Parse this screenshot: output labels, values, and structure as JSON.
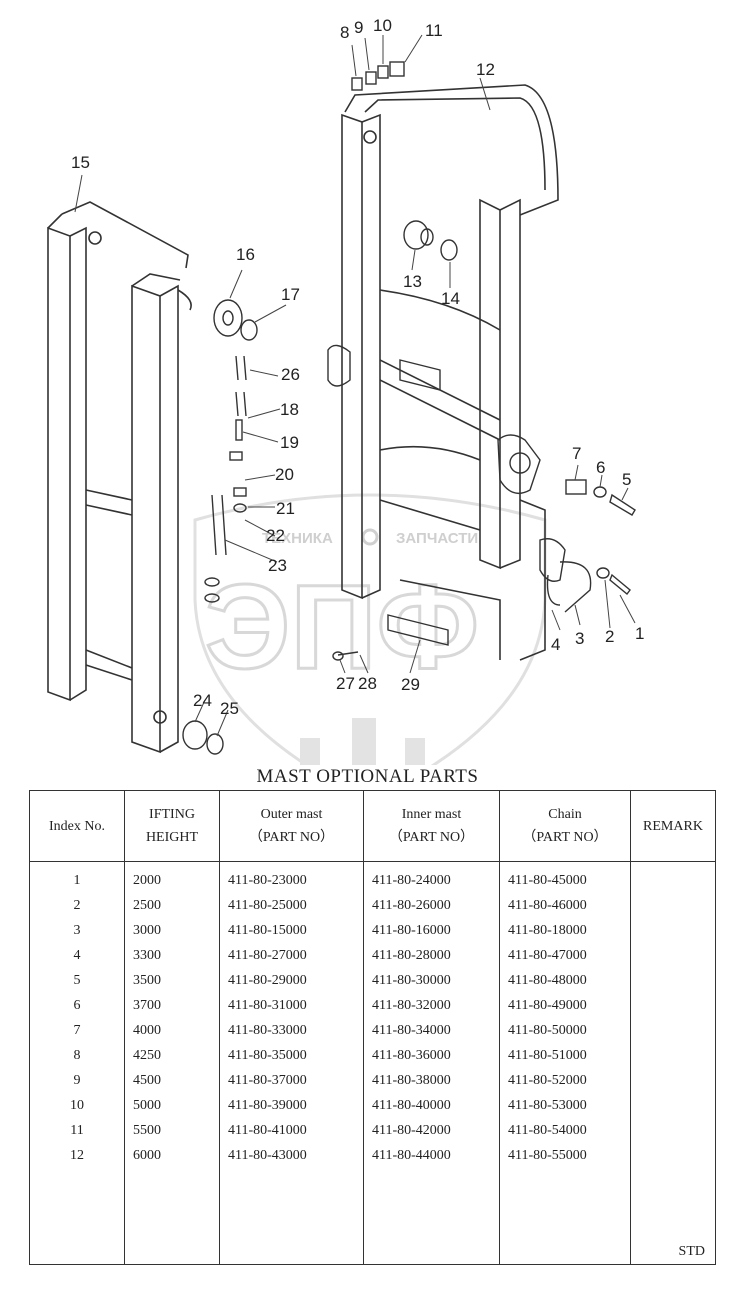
{
  "diagram": {
    "callouts": [
      "1",
      "2",
      "3",
      "4",
      "5",
      "6",
      "7",
      "8",
      "9",
      "10",
      "11",
      "12",
      "13",
      "14",
      "15",
      "16",
      "17",
      "18",
      "19",
      "20",
      "21",
      "22",
      "23",
      "24",
      "25",
      "26",
      "27",
      "28",
      "29"
    ],
    "watermark": {
      "left_text": "ТЕХНИКА",
      "right_text": "ЗАПЧАСТИ",
      "logo_text": "ЭПФ"
    }
  },
  "table": {
    "title": "MAST    OPTIONAL PARTS",
    "headers": {
      "index": "Index No.",
      "height_line1": "IFTING",
      "height_line2": "HEIGHT",
      "outer_line1": "Outer mast",
      "outer_line2": "（PART NO）",
      "inner_line1": "Inner mast",
      "inner_line2": "（PART NO）",
      "chain_line1": "Chain",
      "chain_line2": "（PART NO）",
      "remark": "REMARK"
    },
    "rows": [
      {
        "index": "1",
        "height": "2000",
        "outer": "411-80-23000",
        "inner": "411-80-24000",
        "chain": "411-80-45000"
      },
      {
        "index": "2",
        "height": "2500",
        "outer": "411-80-25000",
        "inner": "411-80-26000",
        "chain": "411-80-46000"
      },
      {
        "index": "3",
        "height": "3000",
        "outer": "411-80-15000",
        "inner": "411-80-16000",
        "chain": "411-80-18000"
      },
      {
        "index": "4",
        "height": "3300",
        "outer": "411-80-27000",
        "inner": "411-80-28000",
        "chain": "411-80-47000"
      },
      {
        "index": "5",
        "height": "3500",
        "outer": "411-80-29000",
        "inner": "411-80-30000",
        "chain": "411-80-48000"
      },
      {
        "index": "6",
        "height": "3700",
        "outer": "411-80-31000",
        "inner": "411-80-32000",
        "chain": "411-80-49000"
      },
      {
        "index": "7",
        "height": "4000",
        "outer": "411-80-33000",
        "inner": "411-80-34000",
        "chain": "411-80-50000"
      },
      {
        "index": "8",
        "height": "4250",
        "outer": "411-80-35000",
        "inner": "411-80-36000",
        "chain": "411-80-51000"
      },
      {
        "index": "9",
        "height": "4500",
        "outer": "411-80-37000",
        "inner": "411-80-38000",
        "chain": "411-80-52000"
      },
      {
        "index": "10",
        "height": "5000",
        "outer": "411-80-39000",
        "inner": "411-80-40000",
        "chain": "411-80-53000"
      },
      {
        "index": "11",
        "height": "5500",
        "outer": "411-80-41000",
        "inner": "411-80-42000",
        "chain": "411-80-54000"
      },
      {
        "index": "12",
        "height": "6000",
        "outer": "411-80-43000",
        "inner": "411-80-44000",
        "chain": "411-80-55000"
      }
    ],
    "remark_note": "STD"
  }
}
